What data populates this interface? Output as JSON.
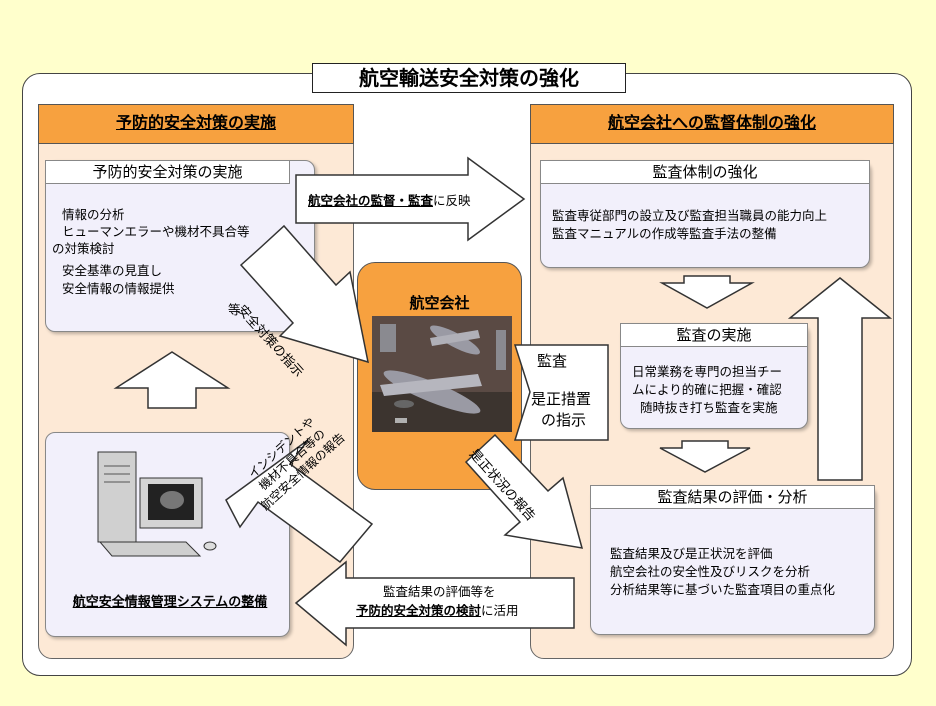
{
  "title": "航空輸送安全対策の強化",
  "left": {
    "header": "予防的安全対策の実施",
    "panel_title": "予防的安全対策の実施",
    "items": [
      "情報の分析",
      "ヒューマンエラーや機材不具合等",
      "の対策検討",
      "安全基準の見直し",
      "安全情報の情報提供"
    ],
    "items_suffix": "等",
    "system_label": "航空安全情報管理システムの整備"
  },
  "right": {
    "header": "航空会社への監督体制の強化",
    "panel1": {
      "title": "監査体制の強化",
      "lines": [
        "監査専従部門の設立及び監査担当職員の能力向上",
        "監査マニュアルの作成等監査手法の整備"
      ]
    },
    "panel2": {
      "title": "監査の実施",
      "lines": [
        "日常業務を専門の担当チー",
        "ムにより的確に把握・確認",
        "随時抜き打ち監査を実施"
      ]
    },
    "panel3": {
      "title": "監査結果の評価・分析",
      "lines": [
        "監査結果及び是正状況を評価",
        "航空会社の安全性及びリスクを分析",
        "分析結果等に基づいた監査項目の重点化"
      ]
    }
  },
  "center": {
    "label": "航空会社"
  },
  "arrows": {
    "top_bold": "航空会社の監督・監査",
    "top_rest": "に反映",
    "safety_instruction": "安全対策の指示",
    "audit": "監査",
    "correction_1": "是正措置",
    "correction_2": "の指示",
    "status_report": "是正状況の報告",
    "incident_1": "インシデントや",
    "incident_2": "機材不具合等の",
    "incident_3": "航空安全情報の報告",
    "bottom_line1": "監査結果の評価等を",
    "bottom_bold": "予防的安全対策の検討",
    "bottom_rest": "に活用"
  }
}
